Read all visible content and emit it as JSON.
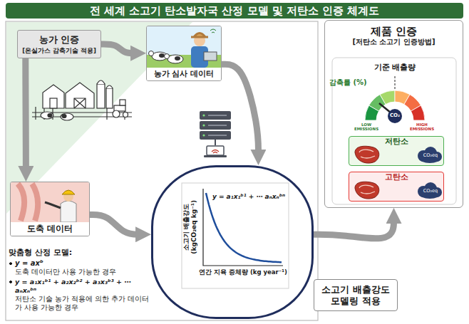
{
  "diagram": {
    "title": "전 세계 소고기 탄소발자국 산정 모델 및 저탄소 인증 체계도",
    "nodes": [
      {
        "text": [
          "농가 인증",
          "[온실가스 감축기술 적용]"
        ]
      },
      {
        "text": [
          "농가 심사 데이터"
        ]
      },
      {
        "text": [
          "도축 데이터"
        ]
      },
      {
        "text": [
          "소고기 배출강도 (kgCO₂eq kg⁻¹)",
          "y = a₁x₁ᵇ¹ + ⋯ aₙxₙᵇⁿ",
          "연간 지육 증체량 (kg year⁻¹)"
        ]
      },
      {
        "text": [
          "제품 인증",
          "[저탄소 소고기 인증방법]"
        ]
      },
      {
        "text": [
          "저탄소"
        ],
        "in": 4
      },
      {
        "text": [
          "고탄소"
        ],
        "in": 4
      },
      {
        "text": [
          "소고기 배출강도 모델링 적용"
        ]
      }
    ],
    "edges": [
      {
        "from": 0,
        "to": 1,
        "arrow": "to"
      },
      {
        "from": 0,
        "to": 2,
        "arrow": "to"
      },
      {
        "from": 1,
        "to": 3,
        "arrow": "to"
      },
      {
        "from": 2,
        "to": 3,
        "arrow": "to"
      },
      {
        "from": 3,
        "to": 4,
        "arrow": "to"
      }
    ],
    "labels": [
      "맞춤형 산정 모델:",
      "y = axᵇ",
      "도축 데이터만 사용 가능한 경우",
      "y = a₁x₁ᵇ¹ + a₂x₂ᵇ² + a₃x₃ᵇ³ + ⋯ aₙxₙᵇⁿ",
      "저탄소 기술 농가 적용에 의한 추가 데이터가 사용 가능한 경우",
      "기준 배출량",
      "감축률 (%)",
      "LOW EMISSIONS",
      "HIGH EMISSIONS",
      "CO₂",
      "CO₂eq",
      "CO₂eq"
    ]
  }
}
